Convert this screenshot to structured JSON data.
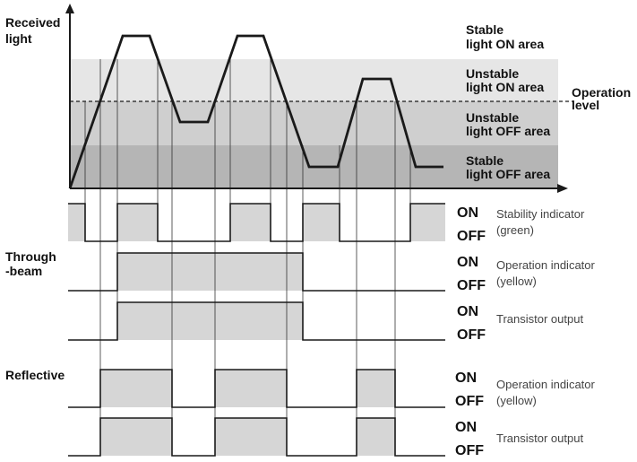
{
  "graph": {
    "y_axis_label_line1": "Received",
    "y_axis_label_line2": "light",
    "operation_level_line1": "Operation",
    "operation_level_line2": "level",
    "zones": [
      {
        "line1": "Stable",
        "line2": "light ON area"
      },
      {
        "line1": "Unstable",
        "line2": "light ON area"
      },
      {
        "line1": "Unstable",
        "line2": "light OFF area"
      },
      {
        "line1": "Stable",
        "line2": "light OFF area"
      }
    ],
    "zone_colors": [
      "#ffffff",
      "#e6e6e6",
      "#cfcfcf",
      "#b5b5b5"
    ]
  },
  "labels": {
    "on": "ON",
    "off": "OFF",
    "through_beam_line1": "Through",
    "through_beam_line2": "-beam",
    "reflective": "Reflective"
  },
  "rows": [
    {
      "section": "common",
      "desc_line1": "Stability indicator",
      "desc_line2": "(green)"
    },
    {
      "section": "through-beam",
      "desc_line1": "Operation indicator",
      "desc_line2": "(yellow)"
    },
    {
      "section": "through-beam",
      "desc_line1": "Transistor output",
      "desc_line2": ""
    },
    {
      "section": "reflective",
      "desc_line1": "Operation indicator",
      "desc_line2": "(yellow)"
    },
    {
      "section": "reflective",
      "desc_line1": "Transistor output",
      "desc_line2": ""
    }
  ],
  "colors": {
    "signal_fill": "#d6d6d6",
    "line": "#1a1a1a",
    "thin_line": "#333333"
  }
}
